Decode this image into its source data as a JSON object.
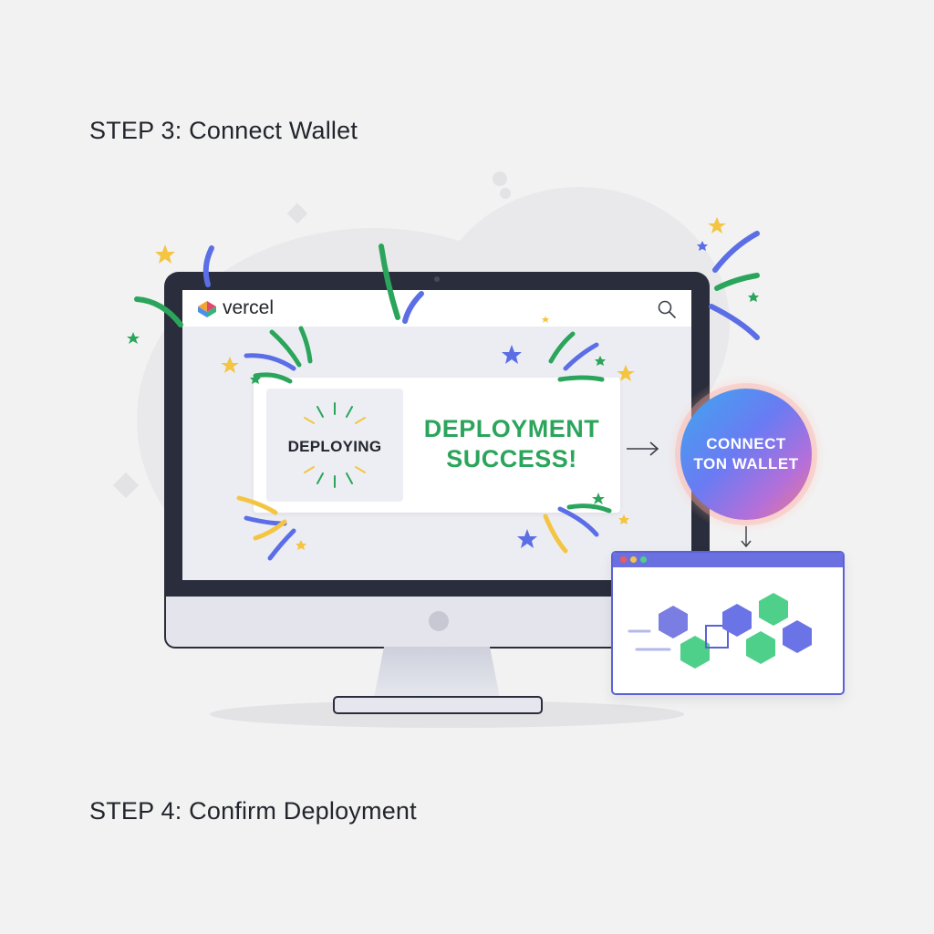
{
  "steps": {
    "step3": "STEP 3: Connect Wallet",
    "step4": "STEP 4: Confirm Deployment"
  },
  "browser": {
    "brand": "vercel",
    "search_icon": "search-icon"
  },
  "deployment": {
    "status_label": "DEPLOYING",
    "success_line1": "DEPLOYMENT",
    "success_line2": "SUCCESS!"
  },
  "wallet": {
    "line1": "CONNECT",
    "line2": "TON WALLET"
  },
  "colors": {
    "background": "#f2f2f3",
    "bezel": "#2a2d3b",
    "success_green": "#2ba55b",
    "accent_blue": "#5b62d6",
    "hex_blue": "#6b74e6",
    "hex_green": "#4fd08a",
    "confetti_yellow": "#f4c542"
  }
}
